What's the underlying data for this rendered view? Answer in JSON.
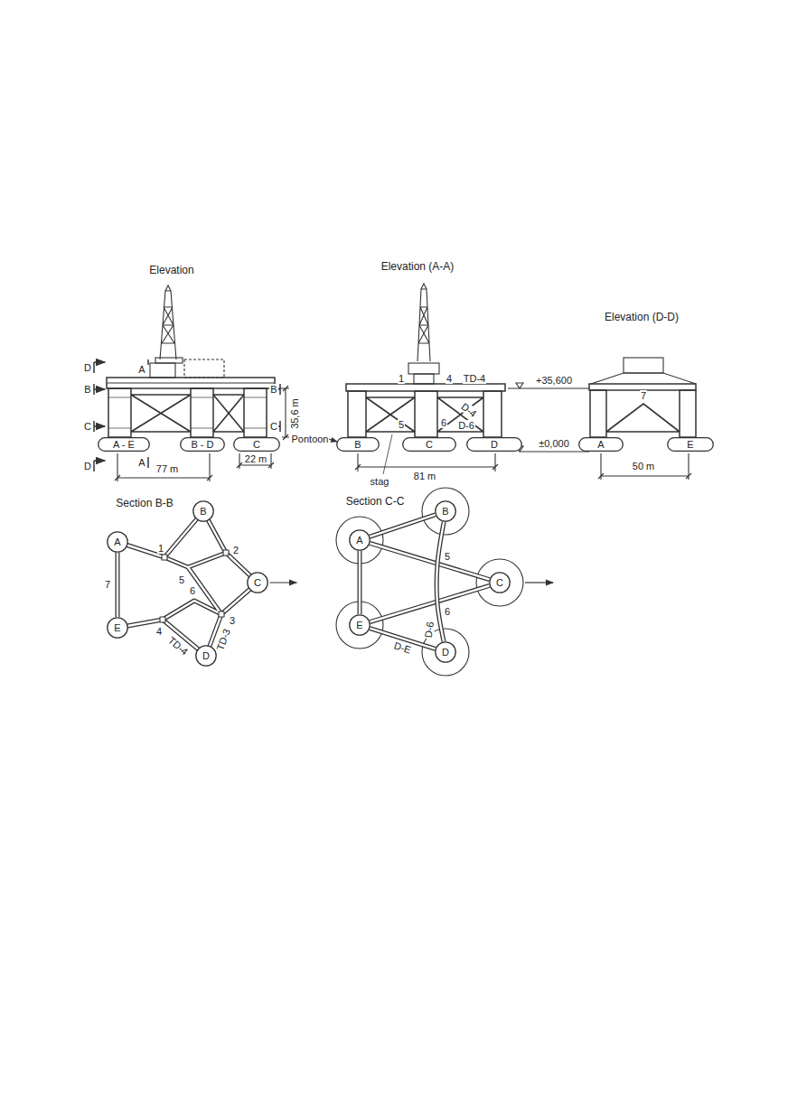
{
  "diagram": {
    "nodes": [
      {
        "text": [
          "A - E"
        ]
      },
      {
        "text": [
          "B - D"
        ]
      },
      {
        "text": [
          "C"
        ]
      },
      {
        "text": [
          "B"
        ]
      },
      {
        "text": [
          "C"
        ]
      },
      {
        "text": [
          "D"
        ]
      },
      {
        "text": [
          "A"
        ]
      },
      {
        "text": [
          "E"
        ]
      },
      {
        "text": [
          "A"
        ]
      },
      {
        "text": [
          "B"
        ]
      },
      {
        "text": [
          "C"
        ]
      },
      {
        "text": [
          "E"
        ]
      },
      {
        "text": [
          "D"
        ]
      },
      {
        "text": [
          "A"
        ]
      },
      {
        "text": [
          "B"
        ]
      },
      {
        "text": [
          "C"
        ]
      },
      {
        "text": [
          "E"
        ]
      },
      {
        "text": [
          "D"
        ]
      }
    ],
    "edges": [
      {
        "from": 8,
        "to": 11,
        "label": "7",
        "arrow": "none"
      },
      {
        "from": 13,
        "to": 14,
        "arrow": "none"
      },
      {
        "from": 13,
        "to": 16,
        "arrow": "none"
      },
      {
        "from": 13,
        "to": 15,
        "arrow": "none"
      },
      {
        "from": 16,
        "to": 15,
        "arrow": "none"
      },
      {
        "from": 16,
        "to": 17,
        "label": "D-E",
        "arrow": "none"
      },
      {
        "from": 14,
        "to": 17,
        "label": "D-6",
        "arrow": "none"
      }
    ],
    "labels": [
      "Elevation",
      "D",
      "A",
      "B",
      "B",
      "C",
      "C",
      "D",
      "A",
      "35,6 m",
      "77 m",
      "22 m",
      "Elevation (A-A)",
      "1",
      "4",
      "TD-4",
      "D-4",
      "5",
      "6",
      "D-6",
      "Pontoon",
      "stag",
      "81 m",
      "+35,600",
      "±0,000",
      "Elevation (D-D)",
      "7",
      "50 m",
      "Section B-B",
      "1",
      "2",
      "5",
      "6",
      "3",
      "4",
      "TD-4",
      "TD-3",
      "Section C-C",
      "5",
      "6"
    ]
  }
}
